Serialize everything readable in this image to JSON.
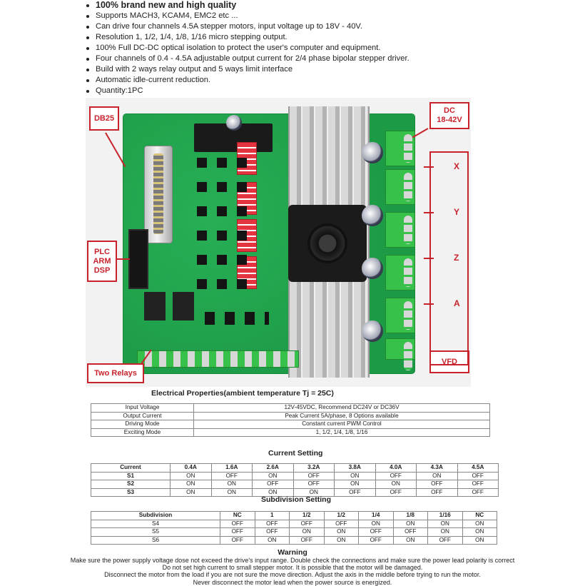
{
  "features": [
    "100% brand new and high quality",
    "Supports MACH3, KCAM4, EMC2 etc ...",
    "Can drive four channels 4.5A stepper motors, input voltage up to 18V - 40V.",
    "Resolution 1, 1/2, 1/4, 1/8, 1/16 micro stepping output.",
    "100% Full DC-DC optical isolation to protect the user's computer and equipment.",
    "Four channels of 0.4 - 4.5A adjustable output current for 2/4 phase bipolar stepper driver.",
    "Build with 2 ways relay output and 5 ways limit interface",
    "Automatic idle-current reduction.",
    "Quantity:1PC"
  ],
  "photo": {
    "callouts": {
      "db25": "DB25",
      "dc": "DC\n18-42V",
      "plc": "PLC\nARM\nDSP",
      "two_relays": "Two Relays",
      "vfd": "VFD"
    },
    "axes": [
      "X",
      "Y",
      "Z",
      "A"
    ],
    "colors": {
      "pcb": "#1fa24b",
      "callout": "#c8232c",
      "terminal": "#37c14b"
    }
  },
  "electrical": {
    "title": "Electrical Properties(ambient temperature Tj = 25C)",
    "rows": [
      [
        "Input Voltage",
        "12V-45VDC, Recommend DC24V or DC36V"
      ],
      [
        "Output Current",
        "Peak Current 5A/phase, 8 Options available"
      ],
      [
        "Driving Mode",
        "Constant current PWM Control"
      ],
      [
        "Exciting Mode",
        "1, 1/2, 1/4, 1/8, 1/16"
      ]
    ]
  },
  "current_setting": {
    "title": "Current Setting",
    "header": [
      "Current",
      "0.4A",
      "1.6A",
      "2.6A",
      "3.2A",
      "3.8A",
      "4.0A",
      "4.3A",
      "4.5A"
    ],
    "rows": [
      [
        "S1",
        "ON",
        "OFF",
        "ON",
        "OFF",
        "ON",
        "OFF",
        "ON",
        "OFF"
      ],
      [
        "S2",
        "ON",
        "ON",
        "OFF",
        "OFF",
        "ON",
        "ON",
        "OFF",
        "OFF"
      ],
      [
        "S3",
        "ON",
        "ON",
        "ON",
        "ON",
        "OFF",
        "OFF",
        "OFF",
        "OFF"
      ]
    ]
  },
  "subdivision_setting": {
    "title": "Subdivision Setting",
    "header": [
      "Subdivision",
      "NC",
      "1",
      "1/2",
      "1/2",
      "1/4",
      "1/8",
      "1/16",
      "NC"
    ],
    "rows": [
      [
        "S4",
        "OFF",
        "OFF",
        "OFF",
        "OFF",
        "ON",
        "ON",
        "ON",
        "ON"
      ],
      [
        "S5",
        "OFF",
        "OFF",
        "ON",
        "ON",
        "OFF",
        "OFF",
        "ON",
        "ON"
      ],
      [
        "S6",
        "OFF",
        "ON",
        "OFF",
        "ON",
        "OFF",
        "ON",
        "OFF",
        "ON"
      ]
    ]
  },
  "warning": {
    "title": "Warning",
    "lines": [
      "Make sure the power supply voltage dose not exceed the drive's input range. Double check the connections and make sure the power lead polarity is correct",
      "Do not set high current to small stepper motor. It is possible that the motor will be damaged.",
      "Disconnect the motor from the load if you are not sure the move direction. Adjust the axis in the middle before trying to run the motor.",
      "Never disconnect the motor lead when the power source is energized."
    ]
  }
}
